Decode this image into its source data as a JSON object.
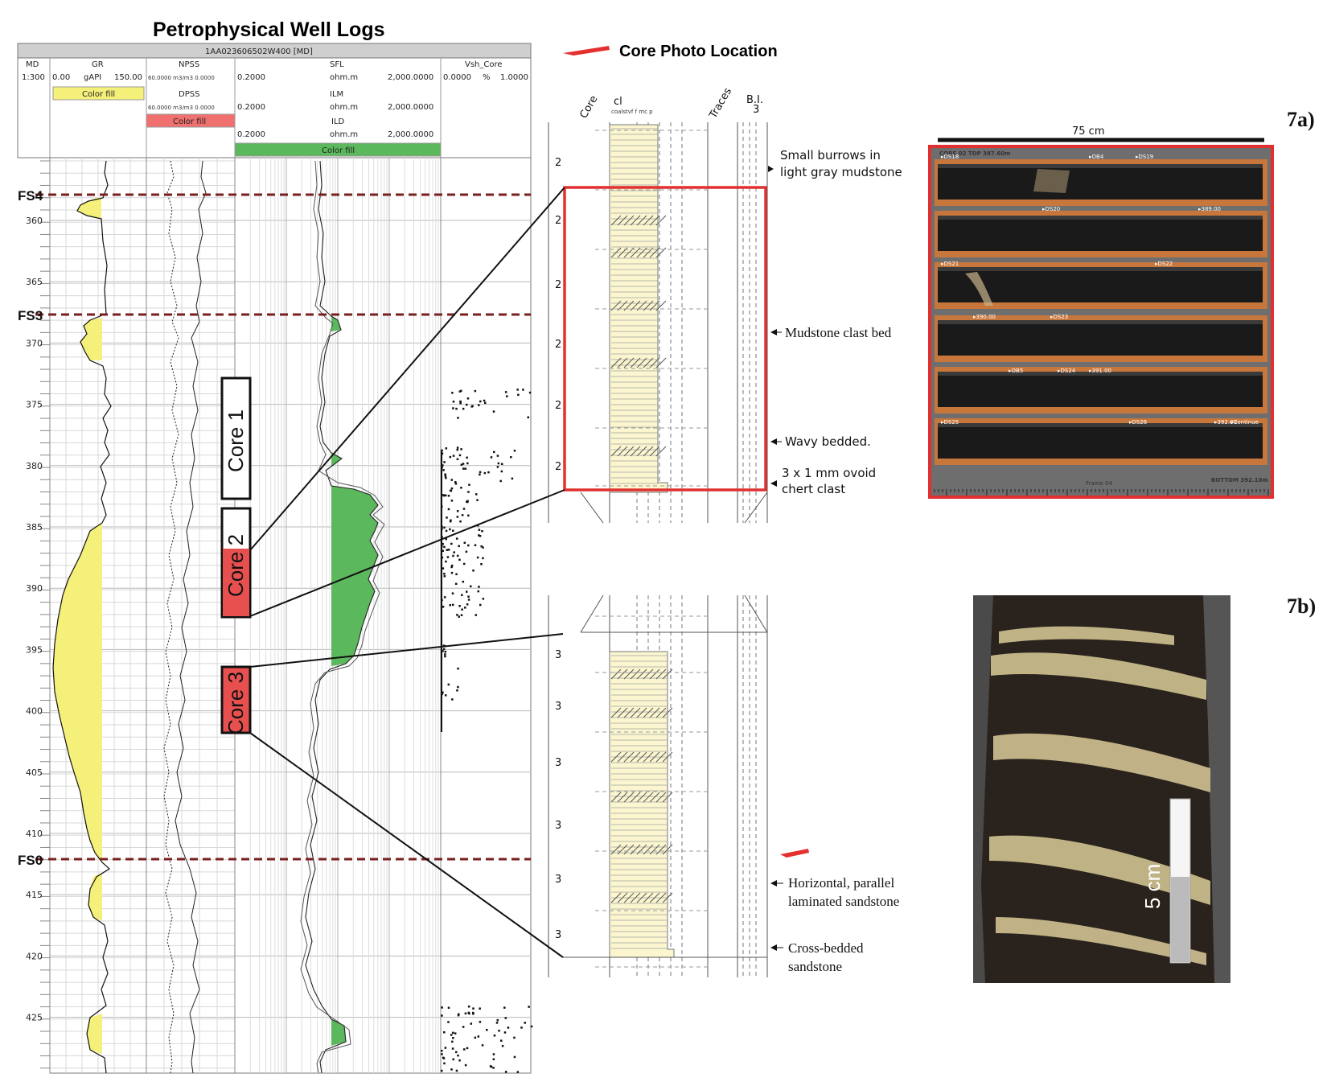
{
  "title": "Petrophysical Well Logs",
  "legend_text": "Core Photo Location",
  "well_id": "1AA023606502W400 [MD]",
  "header": {
    "md": {
      "name": "MD",
      "scale": "1:300"
    },
    "gr": {
      "name": "GR",
      "min": "0.00",
      "unit": "gAPI",
      "max": "150.00",
      "fill": "Color fill"
    },
    "npss": {
      "name": "NPSS",
      "scale": "60.0000  m3/m3  0.0000"
    },
    "dpss": {
      "name": "DPSS",
      "scale": "60.0000  m3/m3  0.0000",
      "fill": "Color fill"
    },
    "sfl": {
      "name": "SFL",
      "min": "0.2000",
      "unit": "ohm.m",
      "max": "2,000.0000"
    },
    "ilm": {
      "name": "ILM",
      "min": "0.2000",
      "unit": "ohm.m",
      "max": "2,000.0000"
    },
    "ild": {
      "name": "ILD",
      "min": "0.2000",
      "unit": "ohm.m",
      "max": "2,000.0000",
      "fill": "Color fill"
    },
    "vsh": {
      "name": "Vsh_Core",
      "min": "0.0000",
      "unit": "%",
      "max": "1.0000"
    }
  },
  "depth_ticks": [
    "360",
    "365",
    "370",
    "375",
    "380",
    "385",
    "390",
    "395",
    "400",
    "405",
    "410",
    "415",
    "420",
    "425"
  ],
  "surfaces": [
    "FS4",
    "FS3",
    "FS0"
  ],
  "cores": [
    "Core 1",
    "Core 2",
    "Core 3"
  ],
  "sedlog": {
    "col_core": "Core",
    "col_grain": "cl",
    "grain_scale": "coalstvf f mc p",
    "col_traces": "Traces",
    "col_bi": "B.I.",
    "bi_value": "3",
    "upper_bi": [
      "2",
      "2",
      "2",
      "2",
      "2",
      "2"
    ],
    "lower_bi": [
      "3",
      "3",
      "3",
      "3",
      "3",
      "3"
    ]
  },
  "annotations": {
    "a1": "Small burrows in",
    "a1b": "light gray mudstone",
    "a2": "Mudstone clast bed",
    "a3": "Wavy bedded.",
    "a4": "3 x 1 mm ovoid",
    "a4b": "chert clast",
    "a5": "Horizontal, parallel",
    "a5b": "laminated sandstone",
    "a6": "Cross-bedded",
    "a6b": "sandstone"
  },
  "panel_a": {
    "label": "7a)",
    "scale": "75 cm",
    "box_header": "CORE 02  TOP 387.60m",
    "footer_left": "Frame 04",
    "footer_right": "BOTTOM 392.10m",
    "marks": [
      "DS18",
      "OB4",
      "DS19",
      "DS20",
      "389.00",
      "DS21",
      "DS22",
      "390.00",
      "DS23",
      "OB5",
      "DS24",
      "391.00",
      "DS25",
      "DS26",
      "392.00",
      "Continue"
    ]
  },
  "panel_b": {
    "label": "7b)",
    "scale": "5 cm"
  },
  "colors": {
    "gr_fill": "#f5f07a",
    "ild_fill": "#5cb85c",
    "core_red": "#e03030",
    "fs_line": "#7a1f1f",
    "sand": "#fbf6d0"
  }
}
